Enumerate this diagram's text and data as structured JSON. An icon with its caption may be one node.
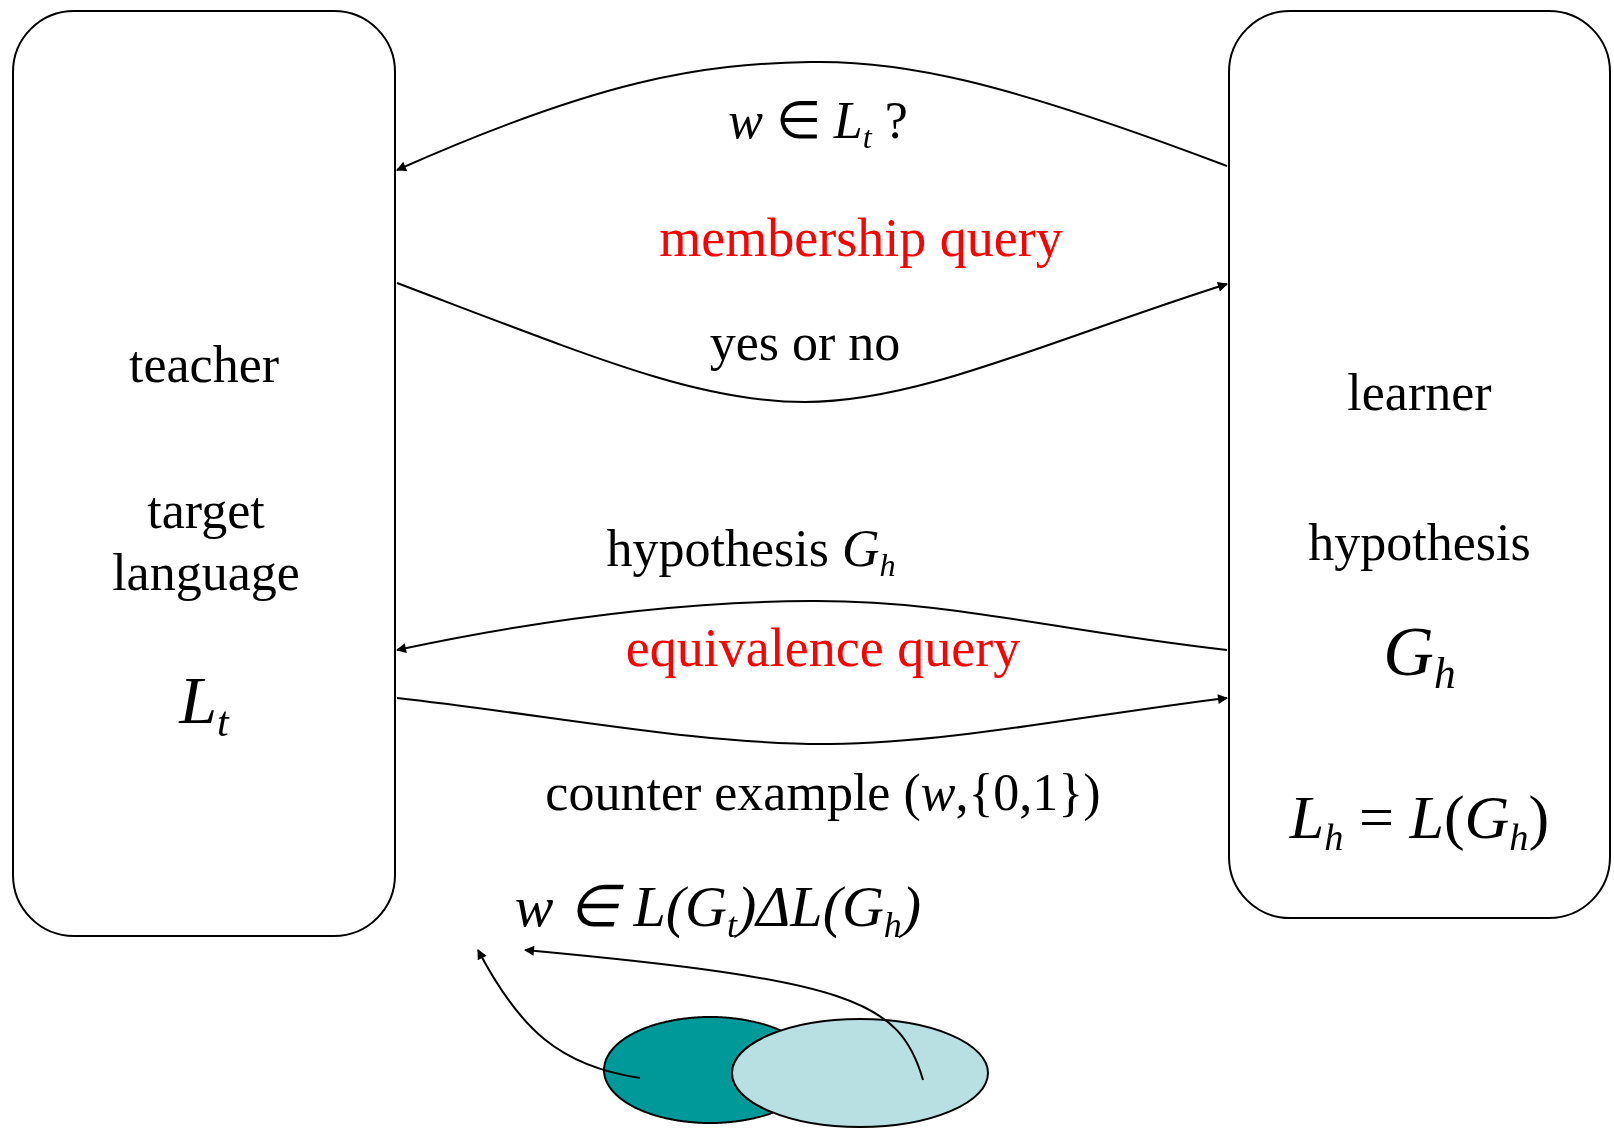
{
  "diagram": {
    "nodes": [
      {
        "text": [
          "teacher",
          "target language",
          "L$_{t}$"
        ]
      },
      {
        "text": [
          "learner",
          "hypothesis",
          "G$_{h}$",
          "*L*$_{h}$ = *L*(*G*$_{h}$)"
        ]
      },
      {
        "text": [],
        "shape": "ellipse"
      },
      {
        "text": [],
        "shape": "ellipse"
      },
      {
        "text": [
          "w ∈ L(G$_{t}$)ΔL(G$_{h}$)"
        ]
      }
    ],
    "edges": [
      {
        "from": 1,
        "to": 0,
        "arrow": "to",
        "label": "*w* ∈ *L*$_{t}$ ?"
      },
      {
        "from": 0,
        "to": 1,
        "arrow": "to",
        "label": "yes or no"
      },
      {
        "from": 1,
        "to": 0,
        "arrow": "to",
        "label": "hypothesis  *G*$_{h}$"
      },
      {
        "from": 0,
        "to": 1,
        "arrow": "to",
        "label": "counter example (*w*,{0,1})"
      },
      {
        "from": 2,
        "to": 4,
        "arrow": "to"
      },
      {
        "from": 3,
        "to": 4,
        "arrow": "to"
      }
    ],
    "labels": [
      "membership query",
      "equivalence query"
    ]
  }
}
